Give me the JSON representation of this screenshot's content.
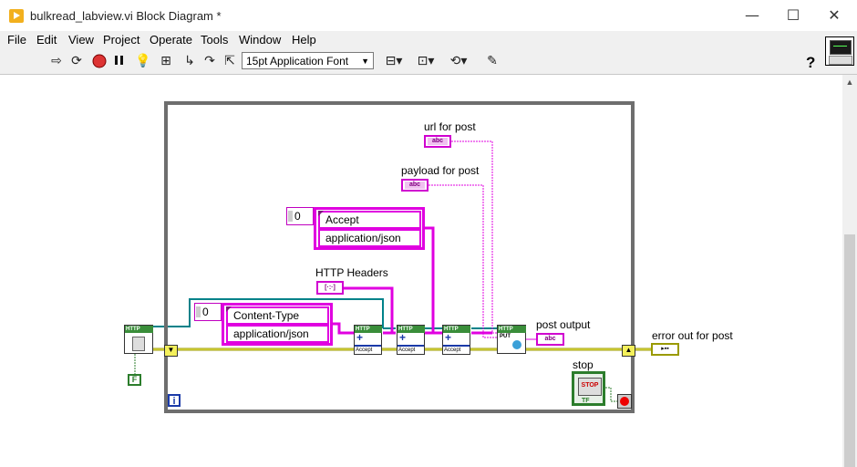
{
  "window": {
    "title": "bulkread_labview.vi Block Diagram *",
    "minimize": "—",
    "maximize": "☐",
    "close": "✕"
  },
  "menu": [
    "File",
    "Edit",
    "View",
    "Project",
    "Operate",
    "Tools",
    "Window",
    "Help"
  ],
  "toolbar": {
    "font": "15pt Application Font",
    "help": "?"
  },
  "diagram": {
    "url_label": "url for post",
    "payload_label": "payload for post",
    "headers_label": "HTTP Headers",
    "post_output_label": "post output",
    "error_out_label": "error out for post",
    "stop_label": "stop",
    "stop_button": "STOP",
    "stop_tf": "TF",
    "iteration": "i",
    "false_const": "F",
    "array1": {
      "index": "0",
      "key": "Accept",
      "value": "application/json"
    },
    "array2": {
      "index": "0",
      "key": "Content-Type",
      "value": "application/json"
    },
    "node_header": "HTTP",
    "node_footer": "Accept",
    "put_method": "PUT",
    "str_glyph": "abc",
    "cluster_glyph": "[·:·]"
  },
  "colors": {
    "string_wire": "#e000e0",
    "error_wire": "#9a9a00",
    "refnum_wire": "#00828a",
    "http_green": "#3a8e3a"
  }
}
